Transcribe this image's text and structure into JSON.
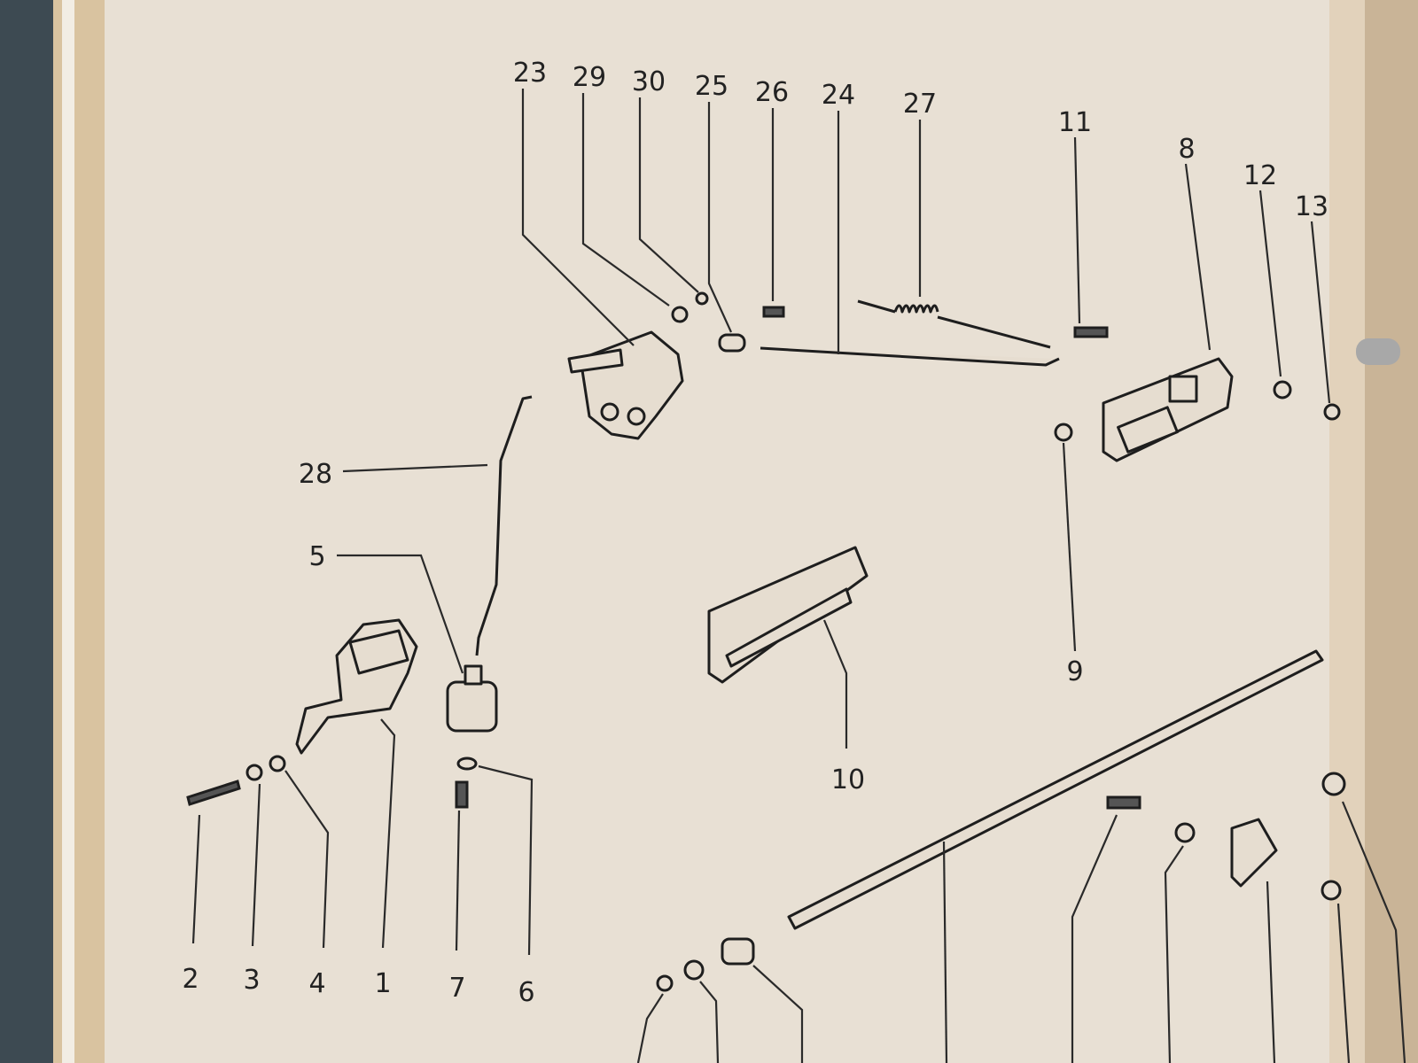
{
  "diagram": {
    "labels": {
      "p23": "23",
      "p29": "29",
      "p30": "30",
      "p25": "25",
      "p26": "26",
      "p24": "24",
      "p27": "27",
      "p11": "11",
      "p8": "8",
      "p12": "12",
      "p13": "13",
      "p28": "28",
      "p5": "5",
      "p9": "9",
      "p10": "10",
      "p2": "2",
      "p3": "3",
      "p4": "4",
      "p1": "1",
      "p7": "7",
      "p6": "6"
    },
    "colors": {
      "page": "#e8e0d4",
      "ink": "#222222",
      "backdrop": "#3d4a52",
      "page_edge": "#d9c3a0"
    }
  }
}
